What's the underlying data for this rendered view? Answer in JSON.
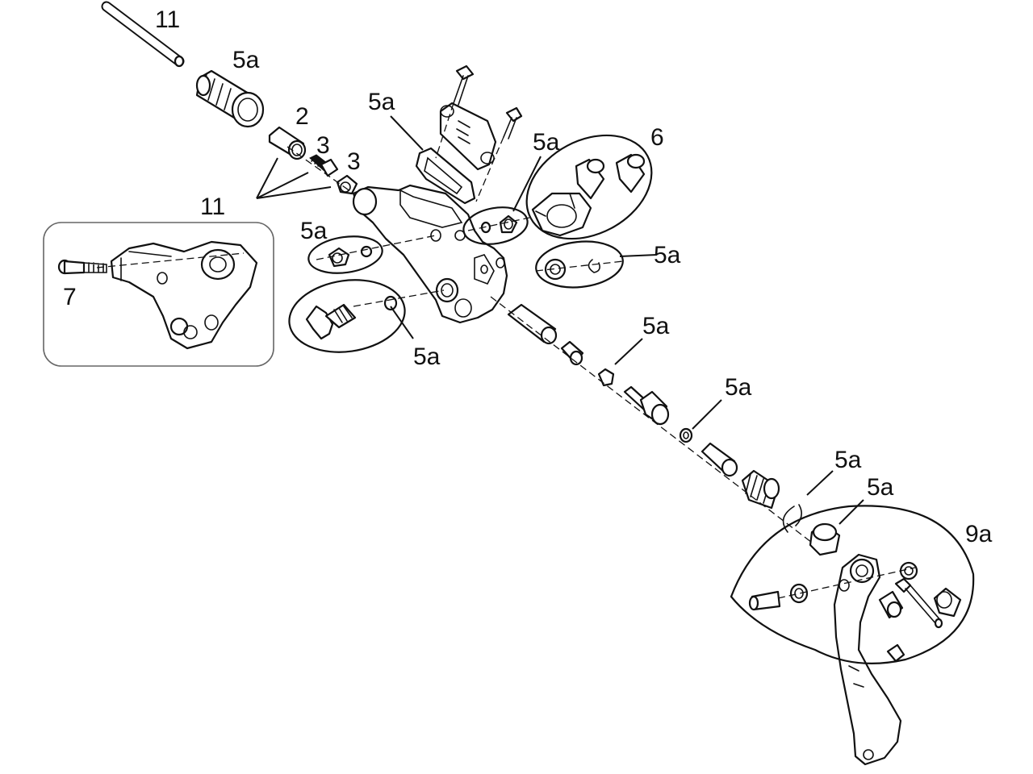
{
  "labels": {
    "hose_top": "11",
    "hose_fitting": "5a",
    "olive": "2",
    "bleed_screw_a": "3",
    "bleed_screw_b": "3",
    "tool_ref": "11",
    "cover_group": "5a",
    "cap_port": "5a",
    "clamp_kit": "6",
    "port_seals": "5a",
    "pivot_seals": "5a",
    "reach_adjust": "5a",
    "inset_bolt": "7",
    "piston_cup": "5a",
    "piston_washer": "5a",
    "retaining_clip": "5a",
    "bushing_cap": "5a",
    "lever_kit": "9a"
  }
}
